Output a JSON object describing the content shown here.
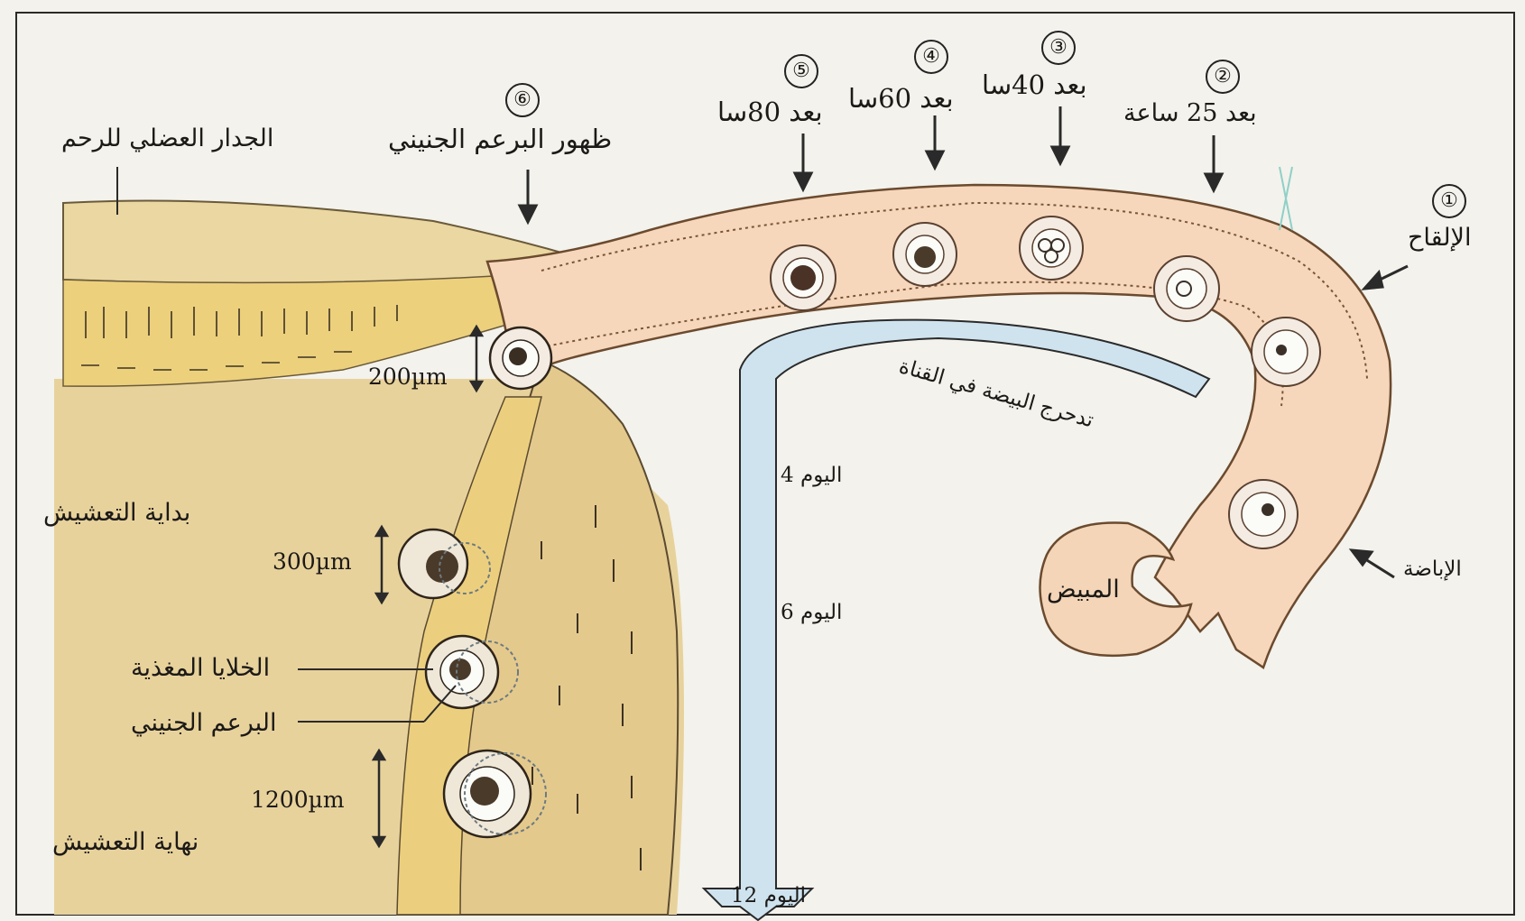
{
  "diagram": {
    "labels": {
      "uterine_wall": "الجدار العضلي للرحم",
      "embryo_bud_appearance": "ظهور البرعم الجنيني",
      "after_80h": "بعد 80سا",
      "after_60h": "بعد 60سا",
      "after_40h": "بعد 40سا",
      "after_25h": "بعد 25 ساعة",
      "fertilization": "الإلقاح",
      "ovulation": "الإباضة",
      "ovary": "المبيض",
      "egg_rolling": "تدحرج البيضة في القناة",
      "implantation_start": "بداية التعشيش",
      "implantation_end": "نهاية التعشيش",
      "trophoblast": "الخلايا المغذية",
      "embryonic_bud": "البرعم الجنيني",
      "day_4": "اليوم 4",
      "day_6": "اليوم 6",
      "day_12": "اليوم 12",
      "size_200": "200µm",
      "size_300": "300µm",
      "size_1200": "1200µm"
    },
    "steps": [
      "①",
      "②",
      "③",
      "④",
      "⑤",
      "⑥"
    ],
    "colors": {
      "tube": "#f6d7bc",
      "uterus_tissue": "#e9d29a",
      "endometrium": "#eccf7e",
      "arrow_fill": "#cfe3ef",
      "background": "#f3f2ec"
    }
  }
}
